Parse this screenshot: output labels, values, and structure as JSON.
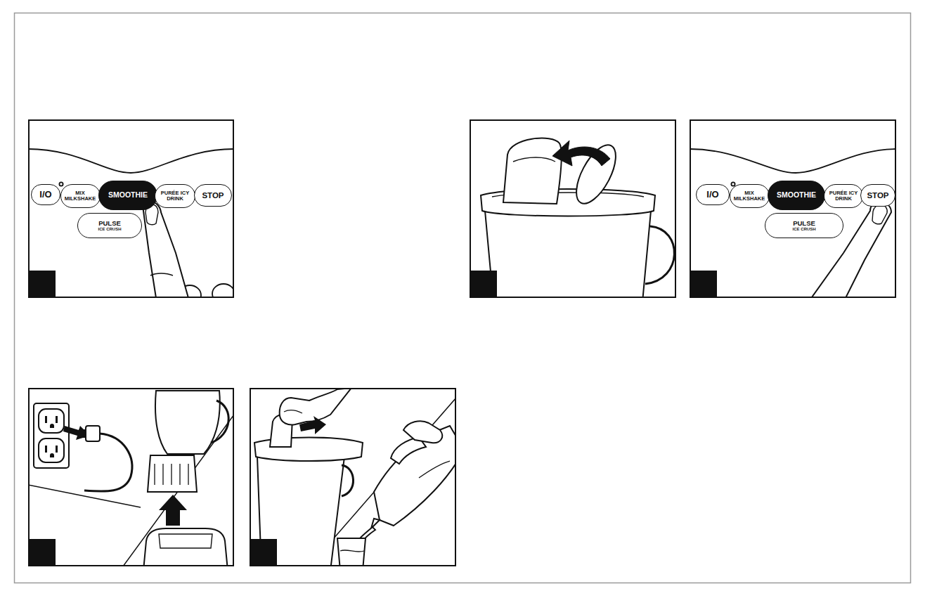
{
  "diagram": {
    "nodes": [
      {
        "text": [
          "I/O"
        ]
      },
      {
        "text": [
          "MIX MILKSHAKE"
        ]
      },
      {
        "text": [
          "SMOOTHIE"
        ]
      },
      {
        "text": [
          "PURÉE ICY DRINK"
        ]
      },
      {
        "text": [
          "STOP"
        ]
      },
      {
        "text": [
          "PULSE",
          "ICE CRUSH"
        ]
      },
      {
        "text": [
          "I/O"
        ]
      },
      {
        "text": [
          "MIX MILKSHAKE"
        ]
      },
      {
        "text": [
          "SMOOTHIE"
        ]
      },
      {
        "text": [
          "PURÉE ICY DRINK"
        ]
      },
      {
        "text": [
          "STOP"
        ]
      },
      {
        "text": [
          "PULSE",
          "ICE CRUSH"
        ]
      }
    ]
  }
}
